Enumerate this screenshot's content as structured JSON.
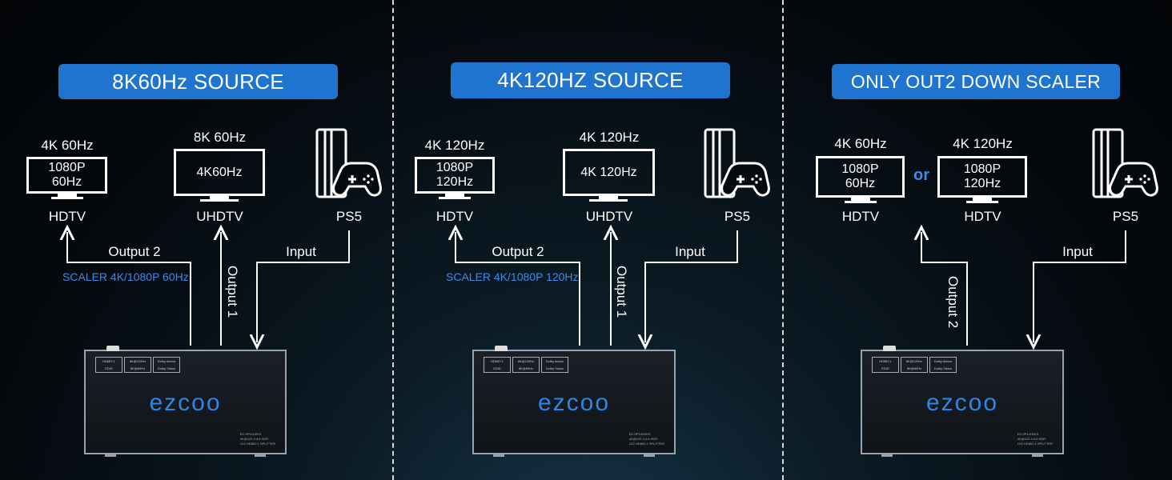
{
  "panels": [
    {
      "title": "8K60Hz SOURCE",
      "tv1": {
        "caption": "4K 60Hz",
        "line1": "1080P",
        "line2": "60Hz",
        "name": "HDTV"
      },
      "tv2": {
        "caption": "8K 60Hz",
        "line1": "4K60Hz",
        "name": "UHDTV"
      },
      "console": {
        "name": "PS5"
      },
      "output2": "Output 2",
      "scaler": "SCALER 4K/1080P 60Hz",
      "output1": "Output 1",
      "input": "Input",
      "logo": "ezcoo"
    },
    {
      "title": "4K120HZ SOURCE",
      "tv1": {
        "caption": "4K 120Hz",
        "line1": "1080P",
        "line2": "120Hz",
        "name": "HDTV"
      },
      "tv2": {
        "caption": "4K 120Hz",
        "line1": "4K 120Hz",
        "name": "UHDTV"
      },
      "console": {
        "name": "PS5"
      },
      "output2": "Output 2",
      "scaler": "SCALER 4K/1080P 120Hz",
      "output1": "Output 1",
      "input": "Input",
      "logo": "ezcoo"
    },
    {
      "title": "ONLY OUT2 DOWN SCALER",
      "tv1": {
        "caption": "4K 60Hz",
        "line1": "1080P",
        "line2": "60Hz",
        "name": "HDTV"
      },
      "or": "or",
      "tv2": {
        "caption": "4K 120Hz",
        "line1": "1080P",
        "line2": "120Hz",
        "name": "HDTV"
      },
      "console": {
        "name": "PS5"
      },
      "output2": "Output 2",
      "input": "Input",
      "logo": "ezcoo"
    }
  ],
  "device_labels": {
    "chip1a": "HDMI2.1",
    "chip1b": "EDID",
    "chip2a": "8K@120Hz",
    "chip2b": "8K@60Hz",
    "chip3a": "Dolby Atmos",
    "chip3b": "Dolby Vision",
    "fine1": "EZ-SP12H2KS",
    "fine2": "4K@120 4:4:4 HDR",
    "fine3": "1X2 HDMI2.1 SPLITTER"
  },
  "colors": {
    "accent": "#1f74cf",
    "label_blue": "#3d8be6",
    "logo_blue": "#2d86e3"
  }
}
